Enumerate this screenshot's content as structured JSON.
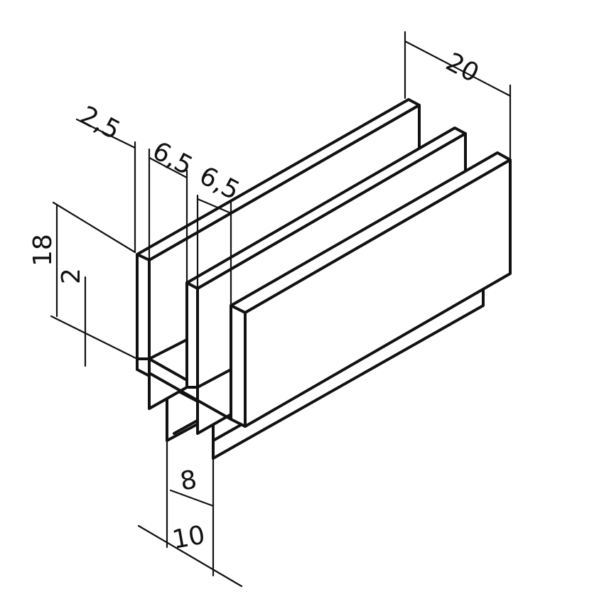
{
  "drawing": {
    "type": "profile-isometric",
    "dimensions": {
      "width_total": "20",
      "wall_thickness": "2,5",
      "channel_1": "6,5",
      "channel_2": "6,5",
      "height": "18",
      "base_thickness": "2",
      "stem_inner": "8",
      "stem_outer": "10"
    }
  }
}
